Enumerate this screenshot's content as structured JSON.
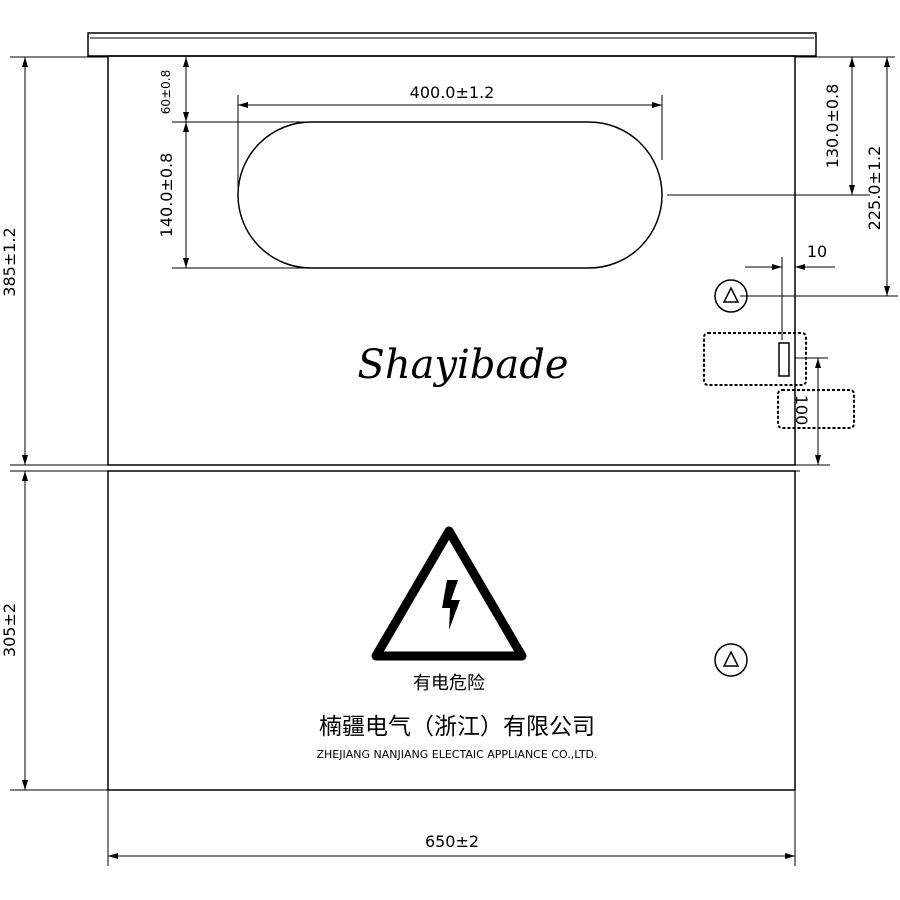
{
  "dimensions": {
    "width_overall": "650±2",
    "upper_height": "385±1.2",
    "lower_height": "305±2",
    "window_width": "400.0±1.2",
    "window_height": "140.0±0.8",
    "window_top_offset": "60±0.8",
    "window_center_from_top": "130.0±0.8",
    "lock_from_top": "225.0±1.2",
    "hinge_offset": "10",
    "hinge_spacing": "100"
  },
  "brand": "Shayibade",
  "warning_label": "有电危险",
  "company_cn": "楠疆电气（浙江）有限公司",
  "company_en": "ZHEJIANG NANJIANG ELECTAIC APPLIANCE CO.,LTD."
}
